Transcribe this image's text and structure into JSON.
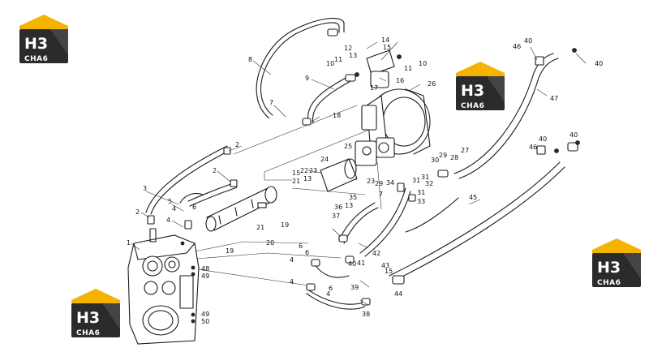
{
  "watermark": {
    "main": "H3",
    "sub": "CHA6",
    "colors": {
      "roof": "#f3b300",
      "box": "#2b2b2b",
      "text": "#ffffff"
    }
  },
  "callouts": [
    {
      "id": "c1",
      "text": "1"
    },
    {
      "id": "c2a",
      "text": "2"
    },
    {
      "id": "c2b",
      "text": "2"
    },
    {
      "id": "c2c",
      "text": "2"
    },
    {
      "id": "c3",
      "text": "3"
    },
    {
      "id": "c4a",
      "text": "4"
    },
    {
      "id": "c4b",
      "text": "4"
    },
    {
      "id": "c4c",
      "text": "4"
    },
    {
      "id": "c4d",
      "text": "4"
    },
    {
      "id": "c4e",
      "text": "4"
    },
    {
      "id": "c5",
      "text": "5"
    },
    {
      "id": "c6a",
      "text": "6"
    },
    {
      "id": "c6b",
      "text": "6"
    },
    {
      "id": "c6c",
      "text": "6"
    },
    {
      "id": "c6d",
      "text": "6"
    },
    {
      "id": "c7a",
      "text": "7"
    },
    {
      "id": "c7b",
      "text": "7"
    },
    {
      "id": "c8",
      "text": "8"
    },
    {
      "id": "c9",
      "text": "9"
    },
    {
      "id": "c10a",
      "text": "10"
    },
    {
      "id": "c10b",
      "text": "10"
    },
    {
      "id": "c11a",
      "text": "11"
    },
    {
      "id": "c11b",
      "text": "11"
    },
    {
      "id": "c12",
      "text": "12"
    },
    {
      "id": "c13a",
      "text": "13"
    },
    {
      "id": "c13b",
      "text": "13"
    },
    {
      "id": "c13c",
      "text": "13"
    },
    {
      "id": "c14",
      "text": "14"
    },
    {
      "id": "c15a",
      "text": "15"
    },
    {
      "id": "c15b",
      "text": "15"
    },
    {
      "id": "c15c",
      "text": "15"
    },
    {
      "id": "c16",
      "text": "16"
    },
    {
      "id": "c17",
      "text": "17"
    },
    {
      "id": "c18",
      "text": "18"
    },
    {
      "id": "c19a",
      "text": "19"
    },
    {
      "id": "c19b",
      "text": "19"
    },
    {
      "id": "c20",
      "text": "20"
    },
    {
      "id": "c21a",
      "text": "21"
    },
    {
      "id": "c21b",
      "text": "21"
    },
    {
      "id": "c22",
      "text": "22"
    },
    {
      "id": "c23a",
      "text": "23"
    },
    {
      "id": "c23b",
      "text": "23"
    },
    {
      "id": "c24",
      "text": "24"
    },
    {
      "id": "c25",
      "text": "25"
    },
    {
      "id": "c26",
      "text": "26"
    },
    {
      "id": "c27",
      "text": "27"
    },
    {
      "id": "c28",
      "text": "28"
    },
    {
      "id": "c29a",
      "text": "29"
    },
    {
      "id": "c29b",
      "text": "29"
    },
    {
      "id": "c30",
      "text": "30"
    },
    {
      "id": "c31a",
      "text": "31"
    },
    {
      "id": "c31b",
      "text": "31"
    },
    {
      "id": "c31c",
      "text": "31"
    },
    {
      "id": "c32",
      "text": "32"
    },
    {
      "id": "c33",
      "text": "33"
    },
    {
      "id": "c34",
      "text": "34"
    },
    {
      "id": "c35",
      "text": "35"
    },
    {
      "id": "c36",
      "text": "36"
    },
    {
      "id": "c37",
      "text": "37"
    },
    {
      "id": "c38",
      "text": "38"
    },
    {
      "id": "c39",
      "text": "39"
    },
    {
      "id": "c40a",
      "text": "40"
    },
    {
      "id": "c40b",
      "text": "40"
    },
    {
      "id": "c40c",
      "text": "40"
    },
    {
      "id": "c40d",
      "text": "40"
    },
    {
      "id": "c40e",
      "text": "40"
    },
    {
      "id": "c41",
      "text": "41"
    },
    {
      "id": "c42",
      "text": "42"
    },
    {
      "id": "c43",
      "text": "43"
    },
    {
      "id": "c44",
      "text": "44"
    },
    {
      "id": "c45",
      "text": "45"
    },
    {
      "id": "c46a",
      "text": "46"
    },
    {
      "id": "c46b",
      "text": "46"
    },
    {
      "id": "c47",
      "text": "47"
    },
    {
      "id": "c48",
      "text": "48"
    },
    {
      "id": "c49a",
      "text": "49"
    },
    {
      "id": "c49b",
      "text": "49"
    },
    {
      "id": "c50",
      "text": "50"
    }
  ]
}
